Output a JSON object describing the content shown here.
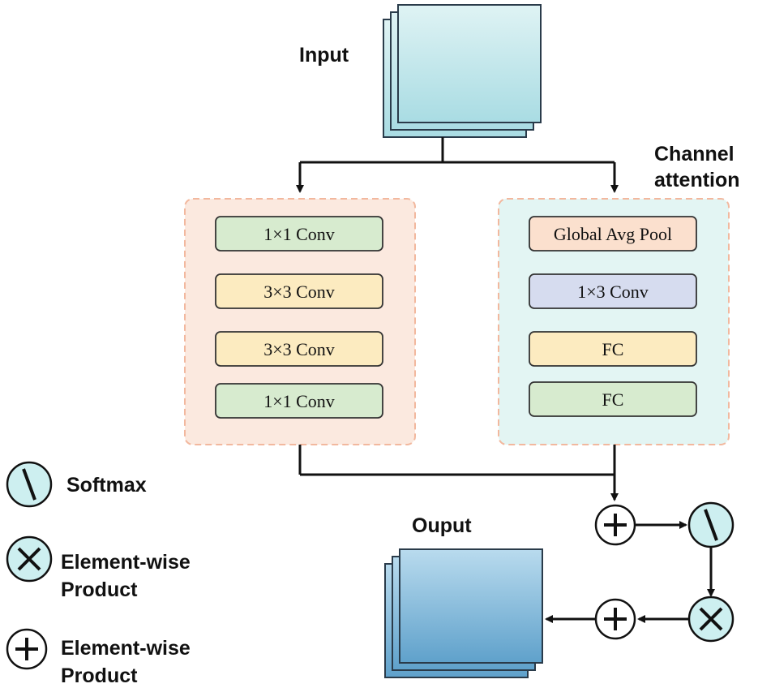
{
  "labels": {
    "input": "Input",
    "channel_attention_line1": "Channel",
    "channel_attention_line2": "attention",
    "output": "Ouput"
  },
  "left_branch": {
    "blocks": [
      "1×1 Conv",
      "3×3 Conv",
      "3×3 Conv",
      "1×1 Conv"
    ]
  },
  "right_branch": {
    "blocks": [
      "Global Avg Pool",
      "1×3 Conv",
      "FC",
      "FC"
    ]
  },
  "legend": {
    "softmax": "Softmax",
    "product_line1": "Element-wise",
    "product_line2": "Product",
    "sum_line1": "Element-wise",
    "sum_line2": "Product"
  },
  "colors": {
    "left_panel": "#fbe9df",
    "right_panel": "#e3f5f3",
    "conv1x1": "#d7ebcf",
    "conv3x3": "#fcebc0",
    "global_pool": "#fbe0ce",
    "conv1x3": "#d6dcef",
    "fc_1": "#fcebc0",
    "fc_2": "#d7ebcf",
    "input_stack": "#c9e9ec",
    "output_stack": "#7fb6d8",
    "operator_fill": "#cdeff0"
  }
}
